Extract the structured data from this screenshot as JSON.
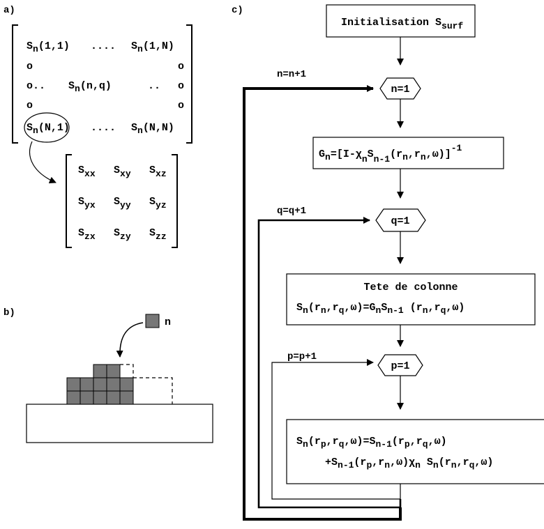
{
  "panel_labels": {
    "a": "a)",
    "b": "b)",
    "c": "c)"
  },
  "matrix_big": {
    "row1_left": "S",
    "row1_left_sub": "n",
    "row1_left_arg": "(1,1)",
    "row1_dots": "....",
    "row1_right": "S",
    "row1_right_sub": "n",
    "row1_right_arg": "(1,N)",
    "circle_mark": "o",
    "row3_left": "o..",
    "row3_mid": "S",
    "row3_mid_sub": "n",
    "row3_mid_arg": "(n,q)",
    "row3_right": "..",
    "row5_left": "S",
    "row5_left_sub": "n",
    "row5_left_arg": "(N,1)",
    "row5_dots": "....",
    "row5_right": "S",
    "row5_right_sub": "n",
    "row5_right_arg": "(N,N)"
  },
  "matrix_small": {
    "S": "S",
    "subs": [
      [
        "xx",
        "xy",
        "xz"
      ],
      [
        "yx",
        "yy",
        "yz"
      ],
      [
        "zx",
        "zy",
        "zz"
      ]
    ]
  },
  "panel_b": {
    "label_n": "n"
  },
  "flowchart": {
    "init": "Initialisation S",
    "init_sub": "surf",
    "n_init": "n=1",
    "n_loop": "n=n+1",
    "g_prefix": "G",
    "g_sub": "n",
    "g_body": "=[I-χ",
    "g_chi_sub": "n",
    "g_s": "S",
    "g_s_sub": "n-1",
    "g_args": "(r",
    "g_args_sub1": "n",
    "g_args_mid": ",r",
    "g_args_sub2": "n",
    "g_args_end": ",ω)]",
    "g_exp": "-1",
    "q_init": "q=1",
    "q_loop": "q=q+1",
    "tete_title": "Tete de colonne",
    "tete_eq": {
      "a": "S",
      "a_sub": "n",
      "b": "(r",
      "b_sub": "n",
      "c": ",r",
      "c_sub": "q",
      "d": ",ω)=G",
      "d_sub": "n",
      "e": "S",
      "e_sub": "n-1",
      "f": " (r",
      "f_sub": "n",
      "g": ",r",
      "g_sub": "q",
      "h": ",ω)"
    },
    "p_init": "p=1",
    "p_loop": "p=p+1",
    "update_line1": {
      "a": "S",
      "a_sub": "n",
      "b": "(r",
      "b_sub": "p",
      "c": ",r",
      "c_sub": "q",
      "d": ",ω)=S",
      "d_sub": "n-1",
      "e": "(r",
      "e_sub": "p",
      "f": ",r",
      "f_sub": "q",
      "g": ",ω)"
    },
    "update_line2": {
      "a": "+S",
      "a_sub": "n-1",
      "b": "(r",
      "b_sub": "p",
      "c": ",r",
      "c_sub": "n",
      "d": ",ω)χ",
      "d_sub": "n",
      "e": " S",
      "e_sub": "n",
      "f": "(r",
      "f_sub": "n",
      "g": ",r",
      "g_sub": "q",
      "h": ",ω)"
    }
  }
}
